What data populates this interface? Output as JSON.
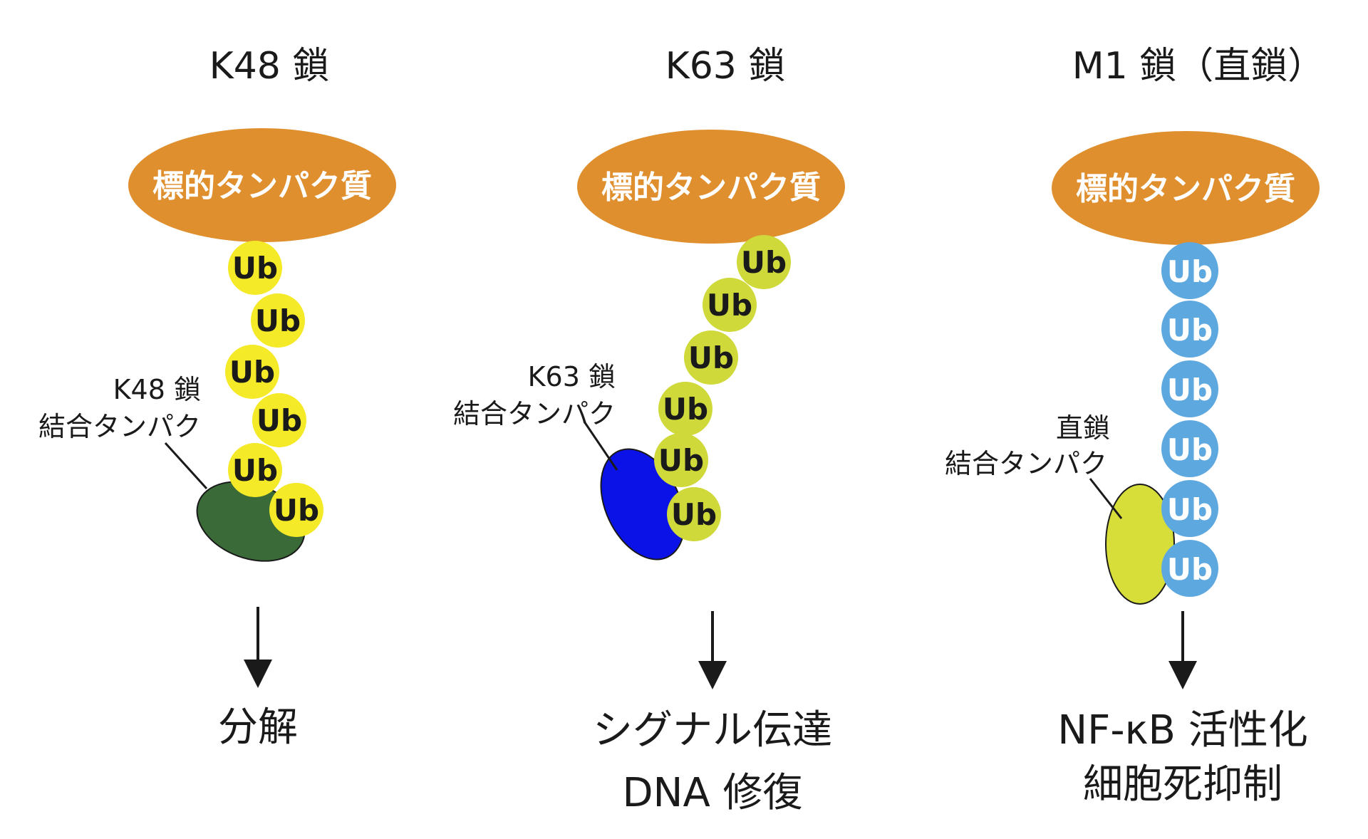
{
  "colors": {
    "target": "#e08f2e",
    "k48_ub": "#f4ea27",
    "k63_ub": "#cfd93a",
    "m1_ub": "#5ea8e0",
    "k48_binder": "#3a6a38",
    "k63_binder": "#0a12e8",
    "m1_binder": "#d7de3a"
  },
  "columns": [
    {
      "title": "K48 鎖",
      "target": "標的タンパク質",
      "ub": [
        "Ub",
        "Ub",
        "Ub",
        "Ub",
        "Ub",
        "Ub"
      ],
      "binder_label": [
        "K48 鎖",
        "結合タンパク"
      ],
      "outcome": [
        "分解"
      ]
    },
    {
      "title": "K63 鎖",
      "target": "標的タンパク質",
      "ub": [
        "Ub",
        "Ub",
        "Ub",
        "Ub",
        "Ub",
        "Ub"
      ],
      "binder_label": [
        "K63 鎖",
        "結合タンパク"
      ],
      "outcome": [
        "シグナル伝達",
        "DNA 修復"
      ]
    },
    {
      "title": "M1 鎖（直鎖）",
      "target": "標的タンパク質",
      "ub": [
        "Ub",
        "Ub",
        "Ub",
        "Ub",
        "Ub",
        "Ub"
      ],
      "binder_label": [
        "直鎖",
        "結合タンパク"
      ],
      "outcome": [
        "NF-κB 活性化",
        "細胞死抑制"
      ]
    }
  ]
}
